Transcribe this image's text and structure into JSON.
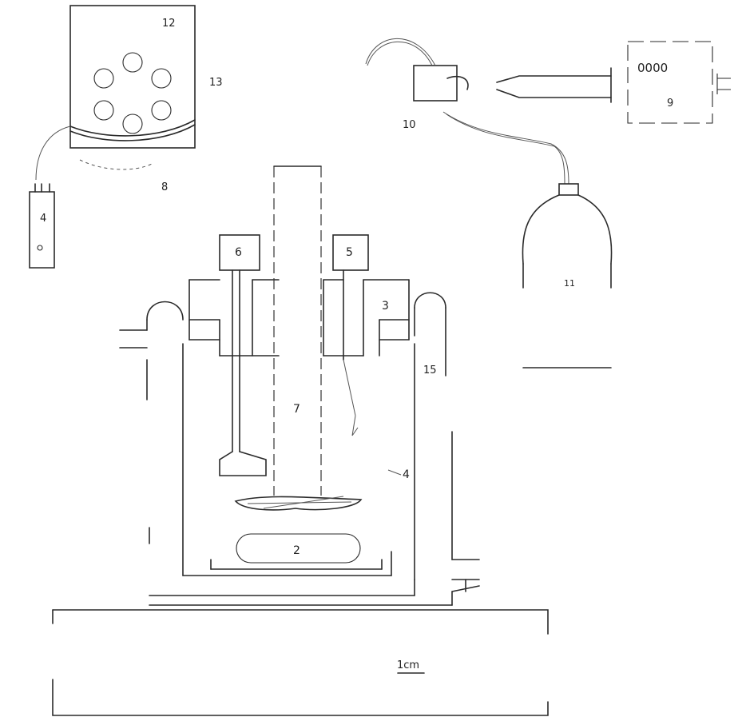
{
  "labels": {
    "l2": "2",
    "l3": "3",
    "l4": "4",
    "l5": "5",
    "l6": "6",
    "l7": "7",
    "l8": "8",
    "l9": "9",
    "l10": "10",
    "l11": "11",
    "l12": "12",
    "l13": "13",
    "l14": "4",
    "l15": "15"
  },
  "display_readout": "0000",
  "scale_bar": "1cm"
}
